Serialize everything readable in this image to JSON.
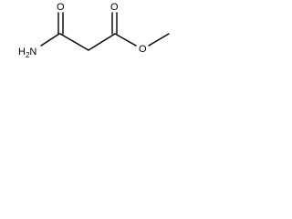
{
  "molecule": {
    "atoms": {
      "amide_nitrogen": {
        "element": "N",
        "hydrogens": "H",
        "hydrogen_count": "2"
      },
      "amide_oxygen": {
        "element": "O"
      },
      "ester_carbonyl_oxygen": {
        "element": "O"
      },
      "ester_single_oxygen": {
        "element": "O"
      }
    }
  }
}
